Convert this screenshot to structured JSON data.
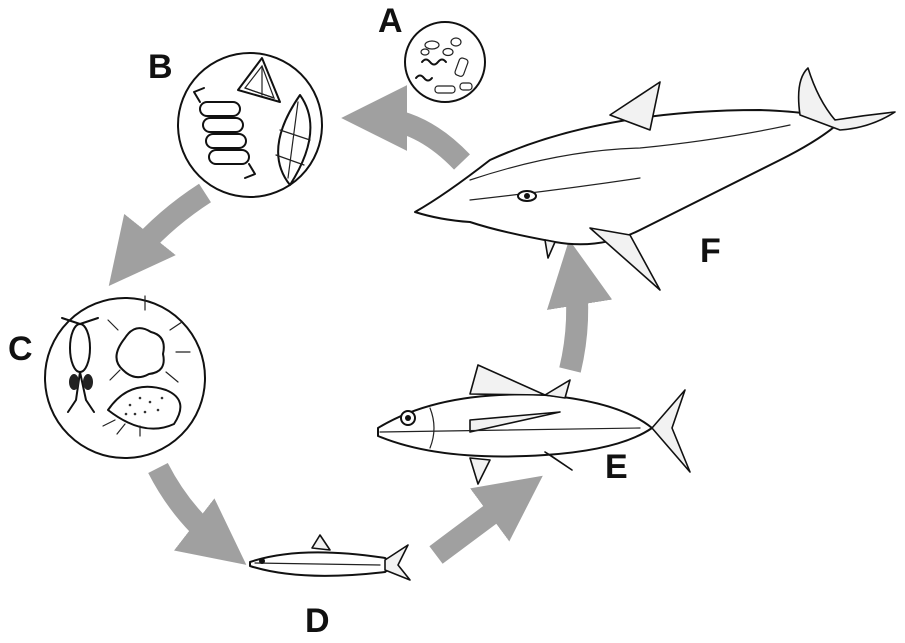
{
  "labels": {
    "a": "A",
    "b": "B",
    "c": "C",
    "d": "D",
    "e": "E",
    "f": "F"
  },
  "colors": {
    "arrow": "#a0a0a0",
    "ink": "#111111",
    "background": "#ffffff"
  }
}
